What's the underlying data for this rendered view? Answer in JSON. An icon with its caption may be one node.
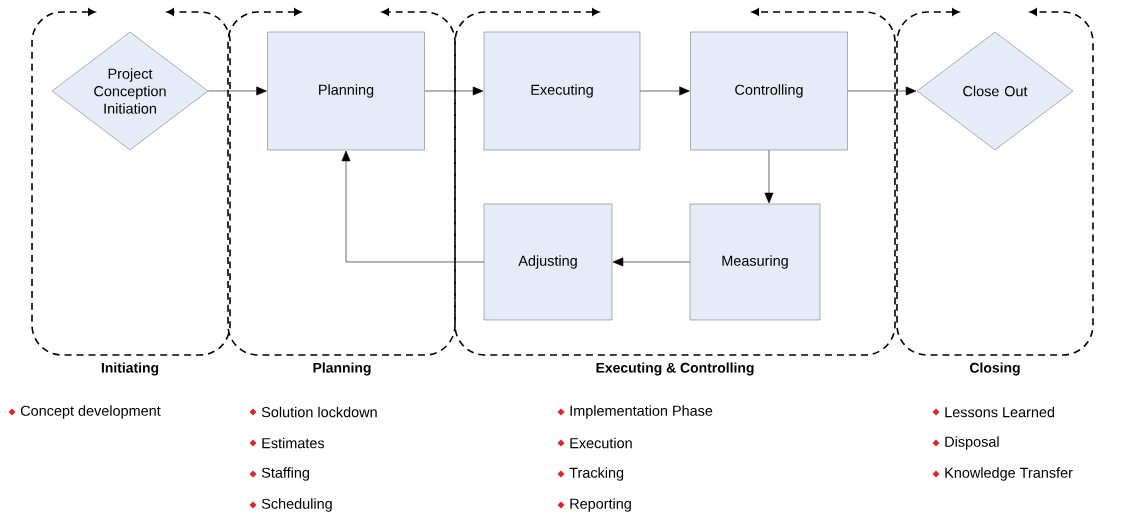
{
  "diagram": {
    "nodes": [
      {
        "text": [
          "Initiating"
        ]
      },
      {
        "text": [
          "Project Conception Initiation"
        ],
        "in": 0
      },
      {
        "text": [
          "Planning"
        ]
      },
      {
        "text": [
          "Planning"
        ],
        "in": 2
      },
      {
        "text": [
          "Executing & Controlling"
        ]
      },
      {
        "text": [
          "Executing"
        ],
        "in": 4
      },
      {
        "text": [
          "Controlling"
        ],
        "in": 4
      },
      {
        "text": [
          "Adjusting"
        ],
        "in": 4
      },
      {
        "text": [
          "Measuring"
        ],
        "in": 4
      },
      {
        "text": [
          "Closing"
        ]
      },
      {
        "text": [
          "Close Out"
        ],
        "in": 9
      }
    ],
    "edges": [
      {
        "from": 1,
        "to": 3,
        "arrow": "to"
      },
      {
        "from": 3,
        "to": 5,
        "arrow": "to"
      },
      {
        "from": 5,
        "to": 6,
        "arrow": "to"
      },
      {
        "from": 6,
        "to": 10,
        "arrow": "to"
      },
      {
        "from": 6,
        "to": 8,
        "arrow": "to"
      },
      {
        "from": 8,
        "to": 7,
        "arrow": "to"
      },
      {
        "from": 7,
        "to": 3,
        "arrow": "to"
      }
    ],
    "labels": [
      "Concept development",
      "Solution lockdown",
      "Estimates",
      "Staffing",
      "Scheduling",
      "Implementation Phase",
      "Execution",
      "Tracking",
      "Reporting",
      "Lessons Learned",
      "Disposal",
      "Knowledge Transfer"
    ]
  }
}
